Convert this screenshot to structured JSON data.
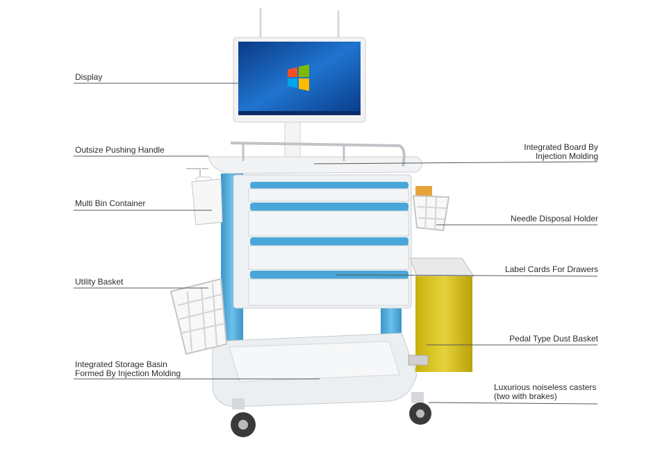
{
  "labels": {
    "display": "Display",
    "handle": "Outsize Pushing Handle",
    "multi_bin": "Multi Bin Container",
    "utility_basket": "Utility Basket",
    "storage_line1": "Integrated Storage Basin",
    "storage_line2": "Formed By Injection Molding",
    "board_line1": "Integrated Board By",
    "board_line2": "Injection Molding",
    "needle": "Needle Disposal Holder",
    "label_cards": "Label Cards For Drawers",
    "dust_basket": "Pedal Type Dust Basket",
    "casters_line1": "Luxurious noiseless casters",
    "casters_line2": "(two with brakes)"
  },
  "colors": {
    "accent_blue": "#4aa6d8",
    "body_white": "#eef1f4",
    "screen_blue": "#1f6fc4",
    "dust_yellow": "#d8c21a",
    "leader_line": "#555555"
  }
}
